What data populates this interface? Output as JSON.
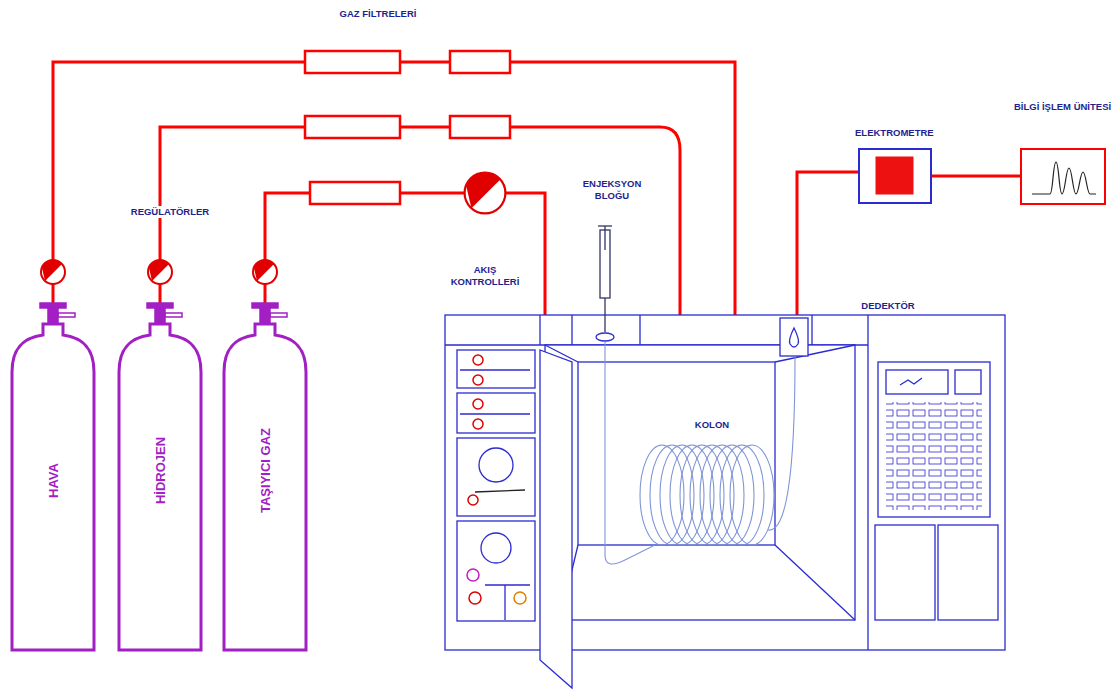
{
  "diagram": {
    "nodes": [
      {
        "text": [
          "HAVA"
        ]
      },
      {
        "text": [
          "HİDROJEN"
        ]
      },
      {
        "text": [
          "TAŞIYICI GAZ"
        ]
      },
      {
        "text": [
          "ELEKTROMETRE"
        ]
      },
      {
        "text": [
          "BİLGİ İŞLEM ÜNİTESİ"
        ]
      }
    ],
    "edges": [
      {
        "from": 3,
        "to": 4,
        "arrow": "none"
      }
    ],
    "labels": [
      "GAZ FİLTRELERİ",
      "REGÜLATÖRLER",
      "AKIŞ KONTROLLERİ",
      "ENJEKSYON BLOĞU",
      "KOLON",
      "DEDEKTÖR"
    ]
  }
}
